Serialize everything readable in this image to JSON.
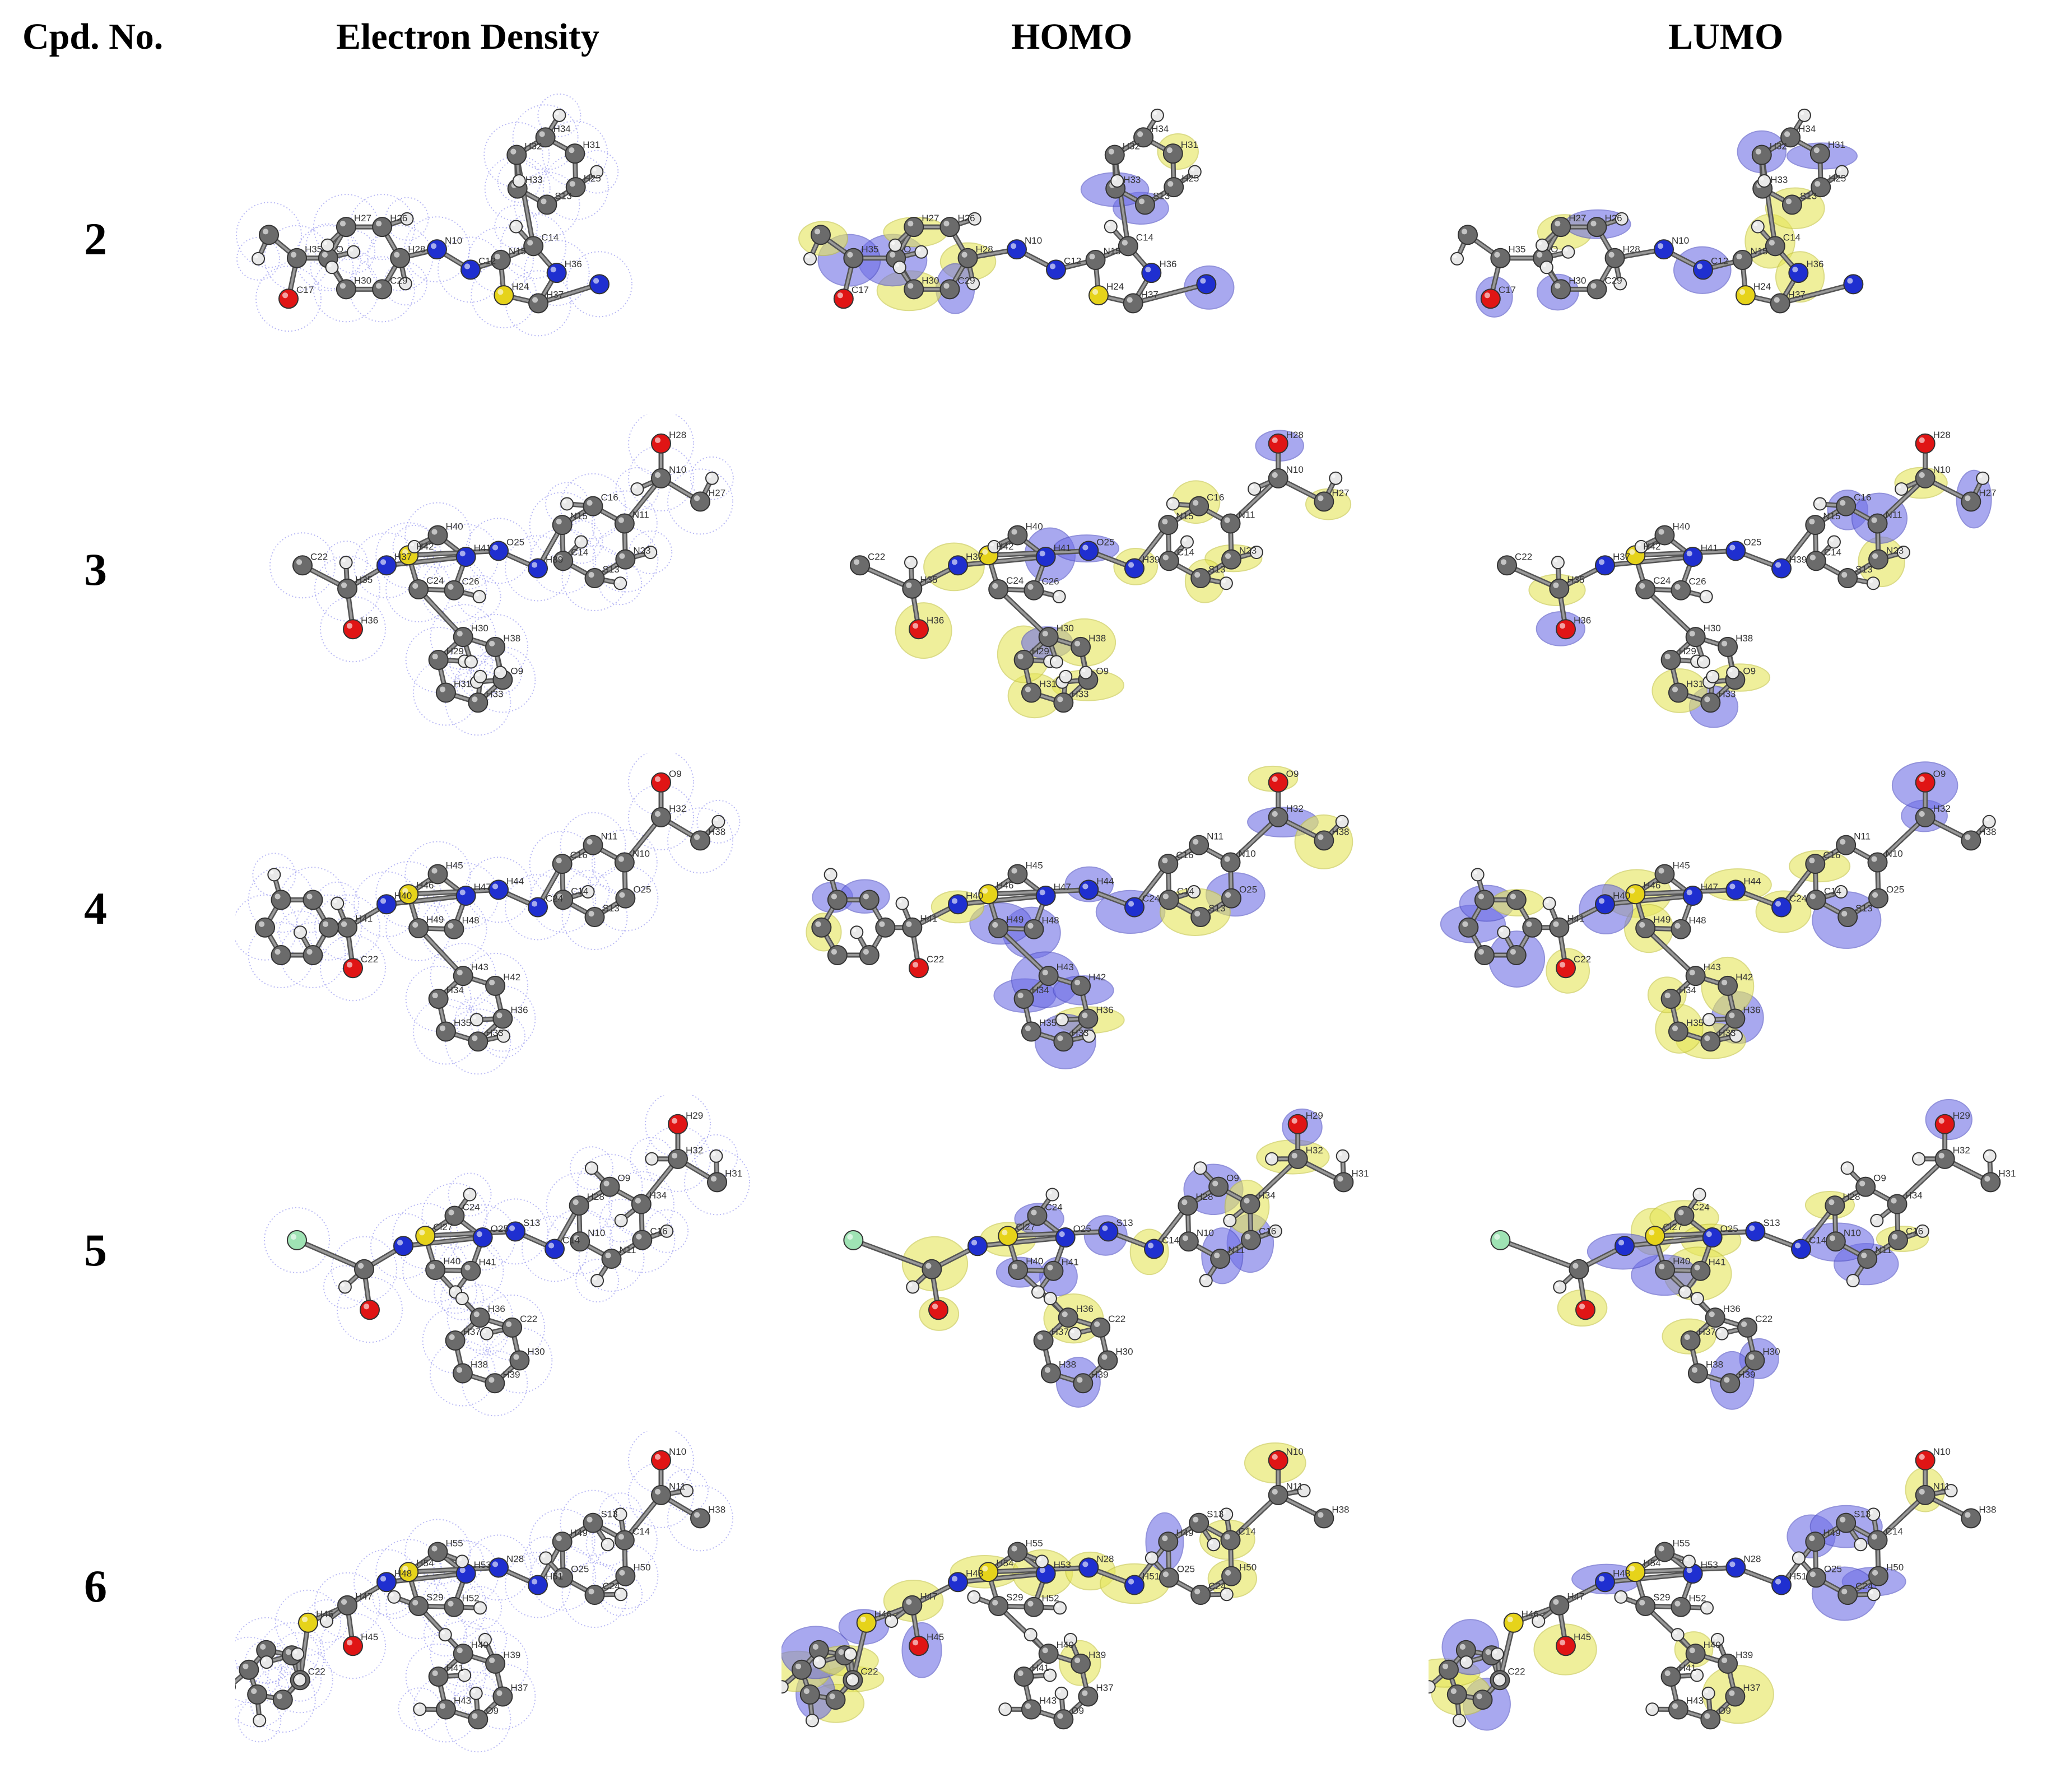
{
  "header": {
    "compound": "Cpd. No.",
    "electron_density": "Electron Density",
    "homo": "HOMO",
    "lumo": "LUMO"
  },
  "rows": [
    {
      "id": "2",
      "atoms": [
        "H28",
        "C29",
        "H30",
        "O",
        "H27",
        "H26",
        "N10",
        "C12",
        "N15",
        "C14",
        "H36",
        "H37",
        "H24",
        "H25",
        "S13",
        "H33",
        "H32",
        "H34",
        "H31",
        "H35",
        "C17"
      ]
    },
    {
      "id": "3",
      "atoms": [
        "H42",
        "H40",
        "H41",
        "C26",
        "C24",
        "O25",
        "H39",
        "N23",
        "S13",
        "C14",
        "N15",
        "C16",
        "N11",
        "N10",
        "H28",
        "H27",
        "O9",
        "H33",
        "H31",
        "H29",
        "H30",
        "H38",
        "H37",
        "H35",
        "H36",
        "C22"
      ]
    },
    {
      "id": "4",
      "atoms": [
        "H46",
        "H45",
        "H47",
        "H48",
        "H49",
        "H44",
        "C24",
        "O25",
        "S13",
        "C14",
        "C16",
        "N11",
        "N10",
        "H32",
        "O9",
        "H38",
        "H36",
        "H33",
        "H35",
        "H34",
        "H43",
        "H42",
        "H40",
        "H41",
        "C22"
      ]
    },
    {
      "id": "5",
      "atoms": [
        "Cl27",
        "C24",
        "O25",
        "H41",
        "H40",
        "S13",
        "C14",
        "C16",
        "N11",
        "N10",
        "H28",
        "O9",
        "H34",
        "H32",
        "H29",
        "H31",
        "H30",
        "H39",
        "H38",
        "H37",
        "H36",
        "C22"
      ]
    },
    {
      "id": "6",
      "atoms": [
        "H54",
        "H55",
        "H53",
        "H52",
        "S29",
        "N28",
        "H51",
        "H50",
        "C24",
        "O25",
        "H49",
        "S13",
        "C14",
        "N11",
        "N10",
        "H38",
        "H37",
        "O9",
        "H43",
        "H41",
        "H40",
        "H39",
        "H48",
        "H47",
        "H45",
        "H46",
        "C22"
      ]
    }
  ],
  "colors": {
    "carbon": "#6b6b6b",
    "hydrogen": "#e8e8e8",
    "nitrogen": "#1f2fd0",
    "oxygen": "#e01515",
    "sulfur": "#e6d31a",
    "chlorine": "#9fe3b4",
    "orbital_positive": "#6f6fe6",
    "orbital_negative": "#e6e65a",
    "density_mesh": "#9a9af0"
  }
}
